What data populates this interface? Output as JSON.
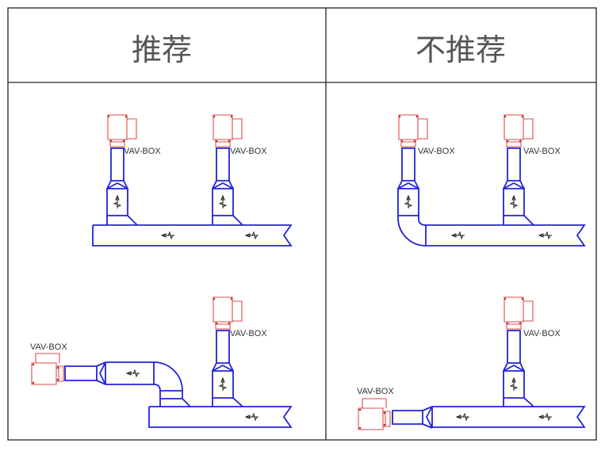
{
  "headers": {
    "recommended": "推荐",
    "not_recommended": "不推荐"
  },
  "labels": {
    "vav_box": "VAV-BOX"
  },
  "colors": {
    "duct": "#2323d6",
    "vav_box": "#e24a4a",
    "grid": "#222222"
  }
}
